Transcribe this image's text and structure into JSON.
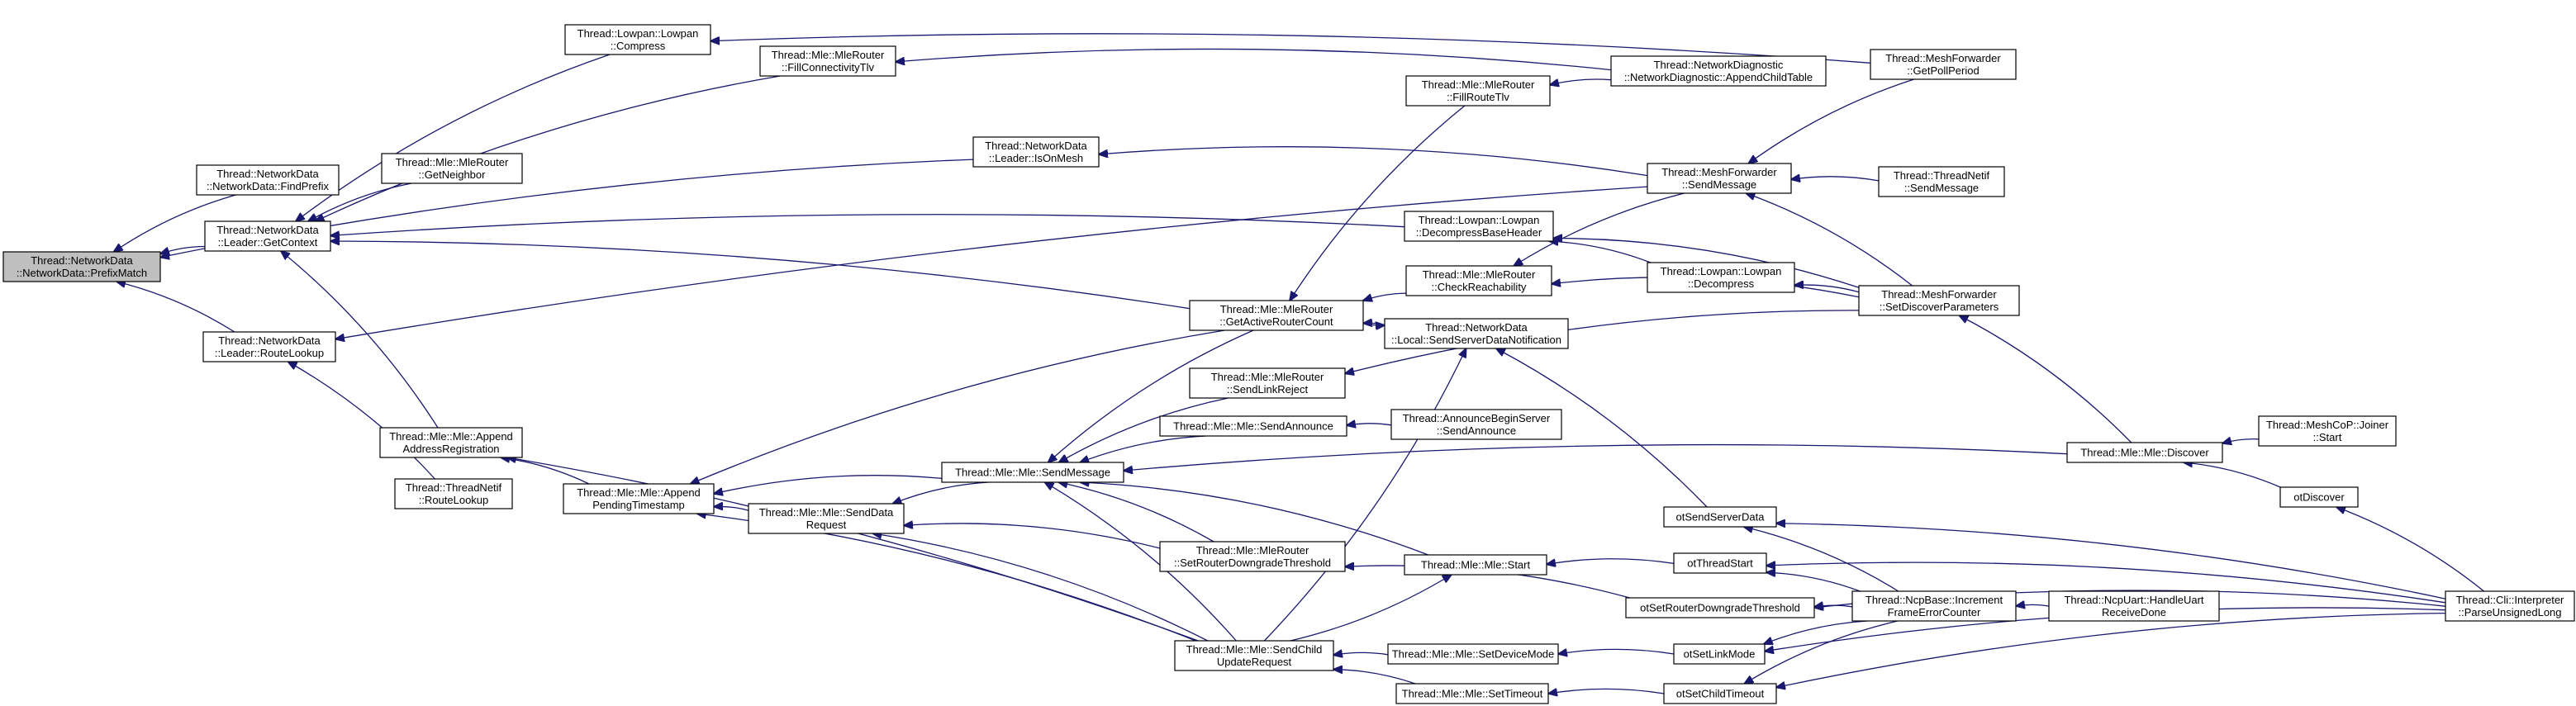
{
  "nodes": [
    {
      "id": "root",
      "root": true,
      "lines": [
        "Thread::NetworkData",
        "::NetworkData::PrefixMatch"
      ]
    },
    {
      "id": "findprefix",
      "lines": [
        "Thread::NetworkData",
        "::NetworkData::FindPrefix"
      ]
    },
    {
      "id": "getcontext",
      "lines": [
        "Thread::NetworkData",
        "::Leader::GetContext"
      ]
    },
    {
      "id": "routelookup",
      "lines": [
        "Thread::NetworkData",
        "::Leader::RouteLookup"
      ]
    },
    {
      "id": "compress",
      "lines": [
        "Thread::Lowpan::Lowpan",
        "::Compress"
      ]
    },
    {
      "id": "fillconn",
      "lines": [
        "Thread::Mle::MleRouter",
        "::FillConnectivityTlv"
      ]
    },
    {
      "id": "getneighbor",
      "lines": [
        "Thread::Mle::MleRouter",
        "::GetNeighbor"
      ]
    },
    {
      "id": "appendaddr",
      "lines": [
        "Thread::Mle::Mle::Append",
        "AddressRegistration"
      ]
    },
    {
      "id": "tn_routelookup",
      "lines": [
        "Thread::ThreadNetif",
        "::RouteLookup"
      ]
    },
    {
      "id": "isonmesh",
      "lines": [
        "Thread::NetworkData",
        "::Leader::IsOnMesh"
      ]
    },
    {
      "id": "appendpending",
      "lines": [
        "Thread::Mle::Mle::Append",
        "PendingTimestamp"
      ]
    },
    {
      "id": "senddatareq",
      "lines": [
        "Thread::Mle::Mle::SendData",
        "Request"
      ]
    },
    {
      "id": "sendmessage_mle",
      "lines": [
        "Thread::Mle::Mle::SendMessage"
      ]
    },
    {
      "id": "getactiverouter",
      "lines": [
        "Thread::Mle::MleRouter",
        "::GetActiveRouterCount"
      ]
    },
    {
      "id": "sendlinkreject",
      "lines": [
        "Thread::Mle::MleRouter",
        "::SendLinkReject"
      ]
    },
    {
      "id": "sendannounce",
      "lines": [
        "Thread::Mle::Mle::SendAnnounce"
      ]
    },
    {
      "id": "setrouterdowngrade",
      "lines": [
        "Thread::Mle::MleRouter",
        "::SetRouterDowngradeThreshold"
      ]
    },
    {
      "id": "sendchild",
      "lines": [
        "Thread::Mle::Mle::SendChild",
        "UpdateRequest"
      ]
    },
    {
      "id": "fillroutetlv",
      "lines": [
        "Thread::Mle::MleRouter",
        "::FillRouteTlv"
      ]
    },
    {
      "id": "decompressbase",
      "lines": [
        "Thread::Lowpan::Lowpan",
        "::DecompressBaseHeader"
      ]
    },
    {
      "id": "checkreach",
      "lines": [
        "Thread::Mle::MleRouter",
        "::CheckReachability"
      ]
    },
    {
      "id": "sendserverdata",
      "lines": [
        "Thread::NetworkData",
        "::Local::SendServerDataNotification"
      ]
    },
    {
      "id": "announcebegin",
      "lines": [
        "Thread::AnnounceBeginServer",
        "::SendAnnounce"
      ]
    },
    {
      "id": "mlestart",
      "lines": [
        "Thread::Mle::Mle::Start"
      ]
    },
    {
      "id": "setdevicemode",
      "lines": [
        "Thread::Mle::Mle::SetDeviceMode"
      ]
    },
    {
      "id": "settimeout",
      "lines": [
        "Thread::Mle::Mle::SetTimeout"
      ]
    },
    {
      "id": "appendchildtable",
      "lines": [
        "Thread::NetworkDiagnostic",
        "::NetworkDiagnostic::AppendChildTable"
      ]
    },
    {
      "id": "meshsendmessage",
      "lines": [
        "Thread::MeshForwarder",
        "::SendMessage"
      ]
    },
    {
      "id": "decompress",
      "lines": [
        "Thread::Lowpan::Lowpan",
        "::Decompress"
      ]
    },
    {
      "id": "otsendserverdata",
      "lines": [
        "otSendServerData"
      ]
    },
    {
      "id": "otthreadstart",
      "lines": [
        "otThreadStart"
      ]
    },
    {
      "id": "otsetrouterdowngrade",
      "lines": [
        "otSetRouterDowngradeThreshold"
      ]
    },
    {
      "id": "otsetlinkmode",
      "lines": [
        "otSetLinkMode"
      ]
    },
    {
      "id": "otsetchildtimeout",
      "lines": [
        "otSetChildTimeout"
      ]
    },
    {
      "id": "getpollperiod",
      "lines": [
        "Thread::MeshForwarder",
        "::GetPollPeriod"
      ]
    },
    {
      "id": "tn_sendmessage",
      "lines": [
        "Thread::ThreadNetif",
        "::SendMessage"
      ]
    },
    {
      "id": "setdiscover",
      "lines": [
        "Thread::MeshForwarder",
        "::SetDiscoverParameters"
      ]
    },
    {
      "id": "discover",
      "lines": [
        "Thread::Mle::Mle::Discover"
      ]
    },
    {
      "id": "incrementframe",
      "lines": [
        "Thread::NcpBase::Increment",
        "FrameErrorCounter"
      ]
    },
    {
      "id": "joinerstart",
      "lines": [
        "Thread::MeshCoP::Joiner",
        "::Start"
      ]
    },
    {
      "id": "otdiscover",
      "lines": [
        "otDiscover"
      ]
    },
    {
      "id": "handleuart",
      "lines": [
        "Thread::NcpUart::HandleUart",
        "ReceiveDone"
      ]
    },
    {
      "id": "parseunsigned",
      "lines": [
        "Thread::Cli::Interpreter",
        "::ParseUnsignedLong"
      ]
    }
  ],
  "edges": [
    [
      "findprefix",
      "root"
    ],
    [
      "getcontext",
      "root"
    ],
    [
      "routelookup",
      "root"
    ],
    [
      "isonmesh",
      "root"
    ],
    [
      "compress",
      "getcontext"
    ],
    [
      "fillconn",
      "getcontext"
    ],
    [
      "getneighbor",
      "getcontext"
    ],
    [
      "appendaddr",
      "getcontext"
    ],
    [
      "decompressbase",
      "getcontext"
    ],
    [
      "getactiverouter",
      "getcontext"
    ],
    [
      "tn_routelookup",
      "routelookup"
    ],
    [
      "meshsendmessage",
      "routelookup"
    ],
    [
      "getpollperiod",
      "compress"
    ],
    [
      "appendchildtable",
      "fillconn"
    ],
    [
      "meshsendmessage",
      "isonmesh"
    ],
    [
      "appendpending",
      "appendaddr"
    ],
    [
      "sendchild",
      "appendaddr"
    ],
    [
      "sendmessage_mle",
      "appendpending"
    ],
    [
      "senddatareq",
      "appendpending"
    ],
    [
      "sendchild",
      "appendpending"
    ],
    [
      "sendmessage_mle",
      "senddatareq"
    ],
    [
      "setrouterdowngrade",
      "senddatareq"
    ],
    [
      "sendchild",
      "senddatareq"
    ],
    [
      "getactiverouter",
      "sendmessage_mle"
    ],
    [
      "sendlinkreject",
      "sendmessage_mle"
    ],
    [
      "sendannounce",
      "sendmessage_mle"
    ],
    [
      "setrouterdowngrade",
      "sendmessage_mle"
    ],
    [
      "sendchild",
      "sendmessage_mle"
    ],
    [
      "discover",
      "sendmessage_mle"
    ],
    [
      "sendserverdata",
      "getactiverouter"
    ],
    [
      "getactiverouter",
      "appendpending"
    ],
    [
      "fillroutetlv",
      "getactiverouter"
    ],
    [
      "checkreach",
      "getactiverouter"
    ],
    [
      "getactiverouter",
      "sendserverdata"
    ],
    [
      "setdiscover",
      "sendlinkreject"
    ],
    [
      "announcebegin",
      "sendannounce"
    ],
    [
      "mlestart",
      "sendmessage_mle"
    ],
    [
      "otthreadstart",
      "mlestart"
    ],
    [
      "sendchild",
      "mlestart"
    ],
    [
      "otsetrouterdowngrade",
      "setrouterdowngrade"
    ],
    [
      "setdevicemode",
      "sendchild"
    ],
    [
      "settimeout",
      "sendchild"
    ],
    [
      "otsetlinkmode",
      "setdevicemode"
    ],
    [
      "otsetchildtimeout",
      "settimeout"
    ],
    [
      "appendchildtable",
      "fillroutetlv"
    ],
    [
      "meshsendmessage",
      "checkreach"
    ],
    [
      "setdiscover",
      "checkreach"
    ],
    [
      "decompress",
      "decompressbase"
    ],
    [
      "setdiscover",
      "decompressbase"
    ],
    [
      "setdiscover",
      "decompress"
    ],
    [
      "otsendserverdata",
      "sendserverdata"
    ],
    [
      "getpollperiod",
      "meshsendmessage"
    ],
    [
      "tn_sendmessage",
      "meshsendmessage"
    ],
    [
      "setdiscover",
      "meshsendmessage"
    ],
    [
      "discover",
      "setdiscover"
    ],
    [
      "joinerstart",
      "discover"
    ],
    [
      "otdiscover",
      "discover"
    ],
    [
      "incrementframe",
      "otsendserverdata"
    ],
    [
      "parseunsigned",
      "otsendserverdata"
    ],
    [
      "incrementframe",
      "otthreadstart"
    ],
    [
      "parseunsigned",
      "otthreadstart"
    ],
    [
      "incrementframe",
      "otsetrouterdowngrade"
    ],
    [
      "parseunsigned",
      "otsetrouterdowngrade"
    ],
    [
      "incrementframe",
      "otsetlinkmode"
    ],
    [
      "parseunsigned",
      "otsetlinkmode"
    ],
    [
      "incrementframe",
      "otsetchildtimeout"
    ],
    [
      "parseunsigned",
      "otsetchildtimeout"
    ],
    [
      "handleuart",
      "incrementframe"
    ],
    [
      "parseunsigned",
      "otdiscover"
    ],
    [
      "sendchild",
      "sendserverdata"
    ]
  ]
}
